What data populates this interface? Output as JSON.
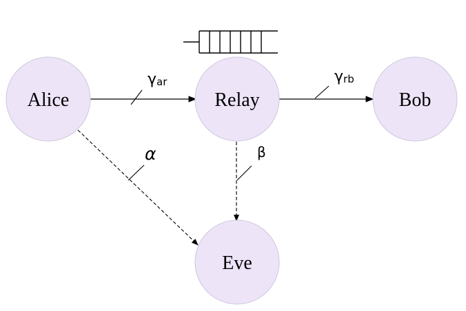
{
  "nodes": {
    "alice": "Alice",
    "relay": "Relay",
    "bob": "Bob",
    "eve": "Eve"
  },
  "edges": {
    "alice_relay": {
      "symbol": "γ",
      "subscript": "ar"
    },
    "relay_bob": {
      "symbol": "γ",
      "subscript": "rb"
    },
    "alice_eve": {
      "symbol": "α"
    },
    "relay_eve": {
      "symbol": "β"
    }
  },
  "colors": {
    "node_fill": "#ede4f8",
    "node_stroke": "#cfc6dc",
    "line": "#000000"
  },
  "icons": {
    "buffer": "queue-buffer-icon"
  }
}
